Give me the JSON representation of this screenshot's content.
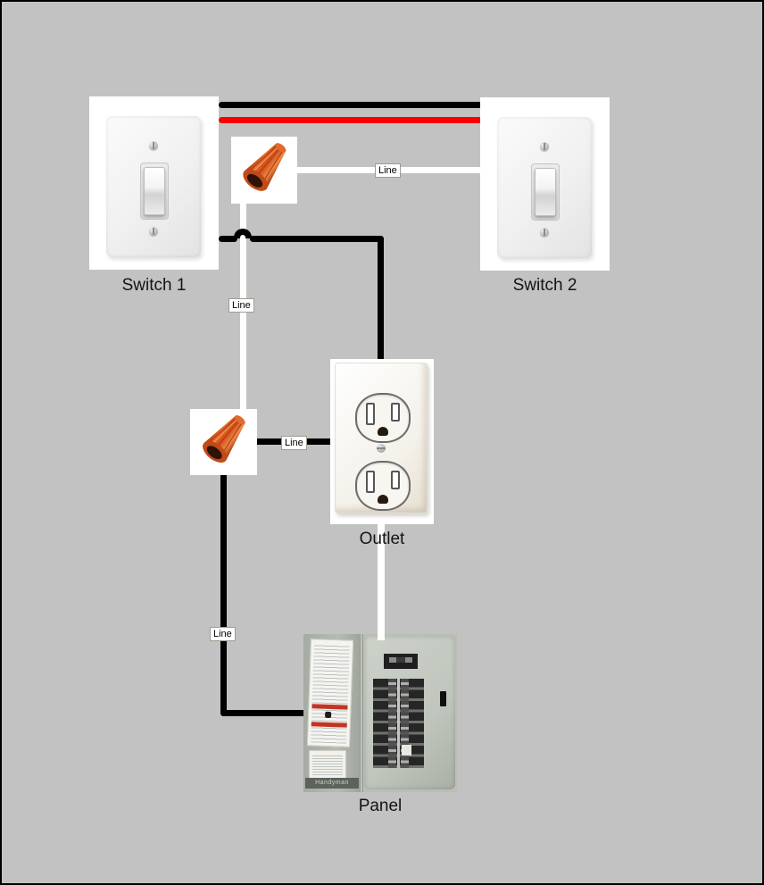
{
  "components": {
    "switch1": {
      "label": "Switch 1"
    },
    "switch2": {
      "label": "Switch 2"
    },
    "outlet": {
      "label": "Outlet"
    },
    "panel": {
      "label": "Panel",
      "brand": "Handyman"
    }
  },
  "wire_labels": {
    "switch2_feed": "Line",
    "neutral_run": "Line",
    "outlet_feed": "Line",
    "panel_run": "Line"
  },
  "colors": {
    "background": "#c2c2c2",
    "wire_black": "#000000",
    "wire_red": "#f80000",
    "wire_white": "#ffffff",
    "wire_nut": "#d8541c"
  }
}
